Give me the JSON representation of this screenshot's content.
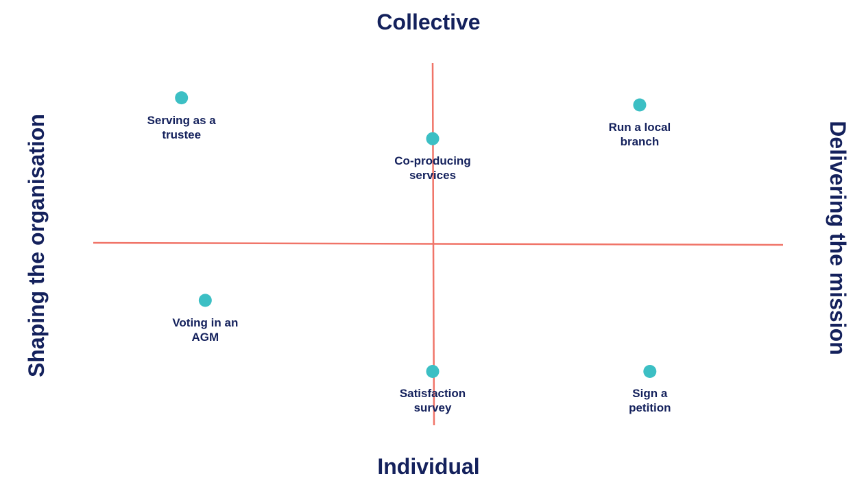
{
  "axes": {
    "top": "Collective",
    "bottom": "Individual",
    "left": "Shaping the organisation",
    "right": "Delivering the mission"
  },
  "colors": {
    "axis_line": "#f07468",
    "point": "#3cbfc4",
    "text": "#14215c"
  },
  "points": [
    {
      "label": "Serving as a\ntrustee",
      "x": -0.74,
      "y": 0.82
    },
    {
      "label": "Co-producing\nservices",
      "x": 0.0,
      "y": 0.59
    },
    {
      "label": "Run a local\nbranch",
      "x": 0.61,
      "y": 0.78
    },
    {
      "label": "Voting in an\nAGM",
      "x": -0.67,
      "y": -0.32
    },
    {
      "label": "Satisfaction\nsurvey",
      "x": 0.0,
      "y": -0.72
    },
    {
      "label": "Sign a\npetition",
      "x": 0.64,
      "y": -0.72
    }
  ]
}
